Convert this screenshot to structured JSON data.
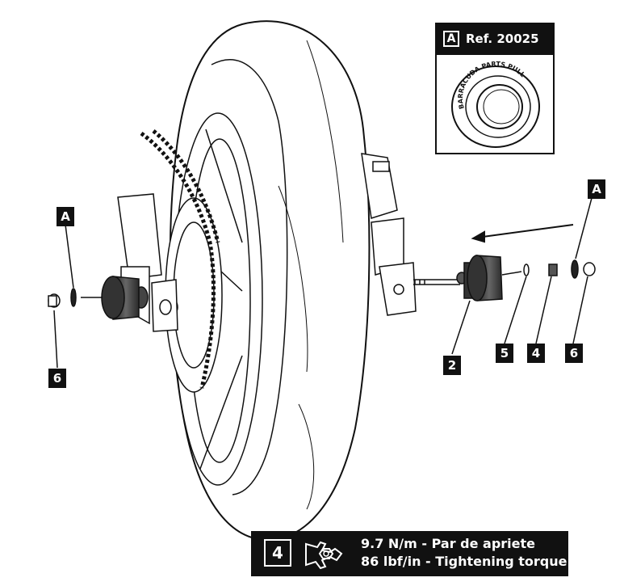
{
  "callouts": {
    "a_left": "A",
    "a_right": "A",
    "six_left": "6",
    "two": "2",
    "five": "5",
    "four": "4",
    "six_right": "6"
  },
  "reference": {
    "letter": "A",
    "text": "Ref. 20025",
    "seal_text": "BARRACUDA PARTS PULL",
    "icon": "seal-cap-icon"
  },
  "torque": {
    "step": "4",
    "line1": "9.7 N/m - Par de apriete",
    "line2": "86 lbf/in - Tightening torque",
    "icon": "wrench-nut-icon"
  }
}
